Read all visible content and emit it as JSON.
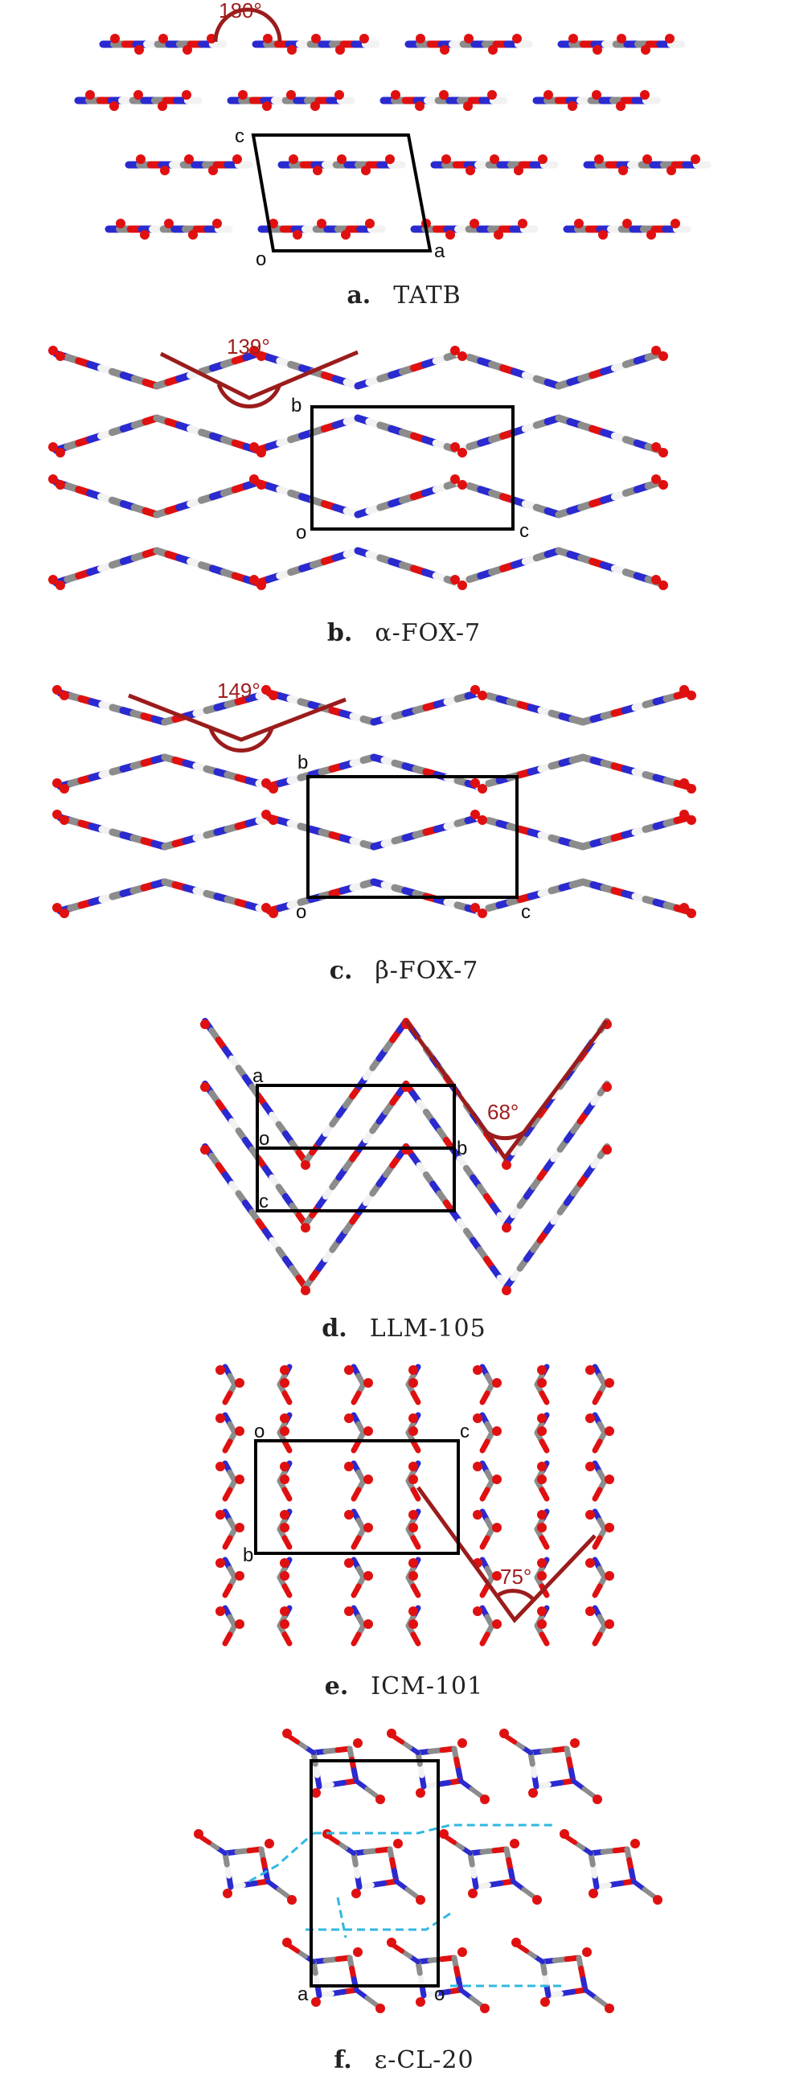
{
  "colors": {
    "nitrogen": "#2a2ad0",
    "oxygen": "#e01010",
    "carbon": "#8c8c8c",
    "hydrogen": "#f2f2f2",
    "angle": "#9b1c1c",
    "cell": "#000000",
    "hbond": "#30b8e0"
  },
  "panels": [
    {
      "id": "a",
      "letter": "a.",
      "name": "TATB",
      "angle": "180°",
      "axes": [
        "c",
        "o",
        "a"
      ]
    },
    {
      "id": "b",
      "letter": "b.",
      "name": "α-FOX-7",
      "angle": "139°",
      "axes": [
        "b",
        "o",
        "c"
      ]
    },
    {
      "id": "c",
      "letter": "c.",
      "name": "β-FOX-7",
      "angle": "149°",
      "axes": [
        "b",
        "o",
        "c"
      ]
    },
    {
      "id": "d",
      "letter": "d.",
      "name": "LLM-105",
      "angle": "68°",
      "axes": [
        "a",
        "o",
        "c",
        "b"
      ]
    },
    {
      "id": "e",
      "letter": "e.",
      "name": "ICM-101",
      "angle": "75°",
      "axes": [
        "o",
        "c",
        "b"
      ]
    },
    {
      "id": "f",
      "letter": "f.",
      "name": "ε-CL-20",
      "angle": "",
      "axes": [
        "a",
        "o"
      ]
    }
  ]
}
